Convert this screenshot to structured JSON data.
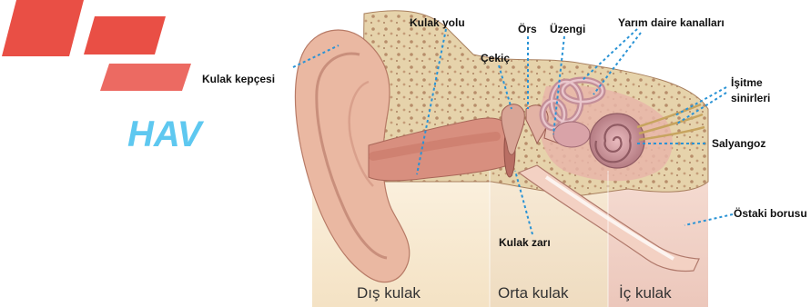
{
  "watermark": {
    "text": "HAV",
    "color": "#5ec8f0",
    "logo_color": "#e8463c"
  },
  "labels": {
    "kulak_kepcesi": "Kulak kepçesi",
    "kulak_yolu": "Kulak yolu",
    "ors": "Örs",
    "uzengi": "Üzengi",
    "yarim_daire": "Yarım daire kanalları",
    "cekic": "Çekiç",
    "isitme_1": "İşitme",
    "isitme_2": "sinirleri",
    "salyangoz": "Salyangoz",
    "ostaki": "Östaki borusu",
    "kulak_zari": "Kulak zarı"
  },
  "sections": {
    "dis": "Dış kulak",
    "orta": "Orta kulak",
    "ic": "İç kulak"
  },
  "colors": {
    "leader_line": "#2a93d5",
    "bone": "#e9d9b5",
    "skin": "#eab8a2",
    "flesh": "#d88f7f",
    "canal": "#c97868",
    "cochlea": "#c98f95"
  }
}
